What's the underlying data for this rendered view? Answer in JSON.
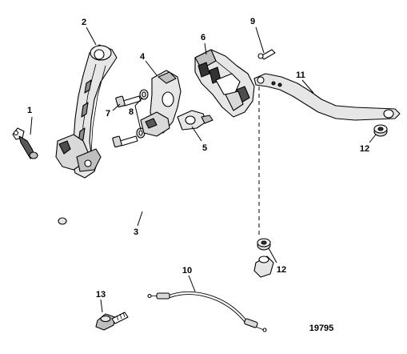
{
  "figure": {
    "id": "19795"
  },
  "callouts": [
    {
      "key": "c1",
      "label": "1"
    },
    {
      "key": "c2",
      "label": "2"
    },
    {
      "key": "c3",
      "label": "3"
    },
    {
      "key": "c4",
      "label": "4"
    },
    {
      "key": "c5",
      "label": "5"
    },
    {
      "key": "c6",
      "label": "6"
    },
    {
      "key": "c7",
      "label": "7"
    },
    {
      "key": "c8",
      "label": "8"
    },
    {
      "key": "c9",
      "label": "9"
    },
    {
      "key": "c10",
      "label": "10"
    },
    {
      "key": "c11",
      "label": "11"
    },
    {
      "key": "c12a",
      "label": "12"
    },
    {
      "key": "c12b",
      "label": "12"
    },
    {
      "key": "c13",
      "label": "13"
    }
  ],
  "colors": {
    "line": "#000000",
    "body_fill": "#ffffff",
    "shade_light": "#d9d9d9",
    "shade_mid": "#a6a6a6",
    "shade_dark": "#333333"
  }
}
